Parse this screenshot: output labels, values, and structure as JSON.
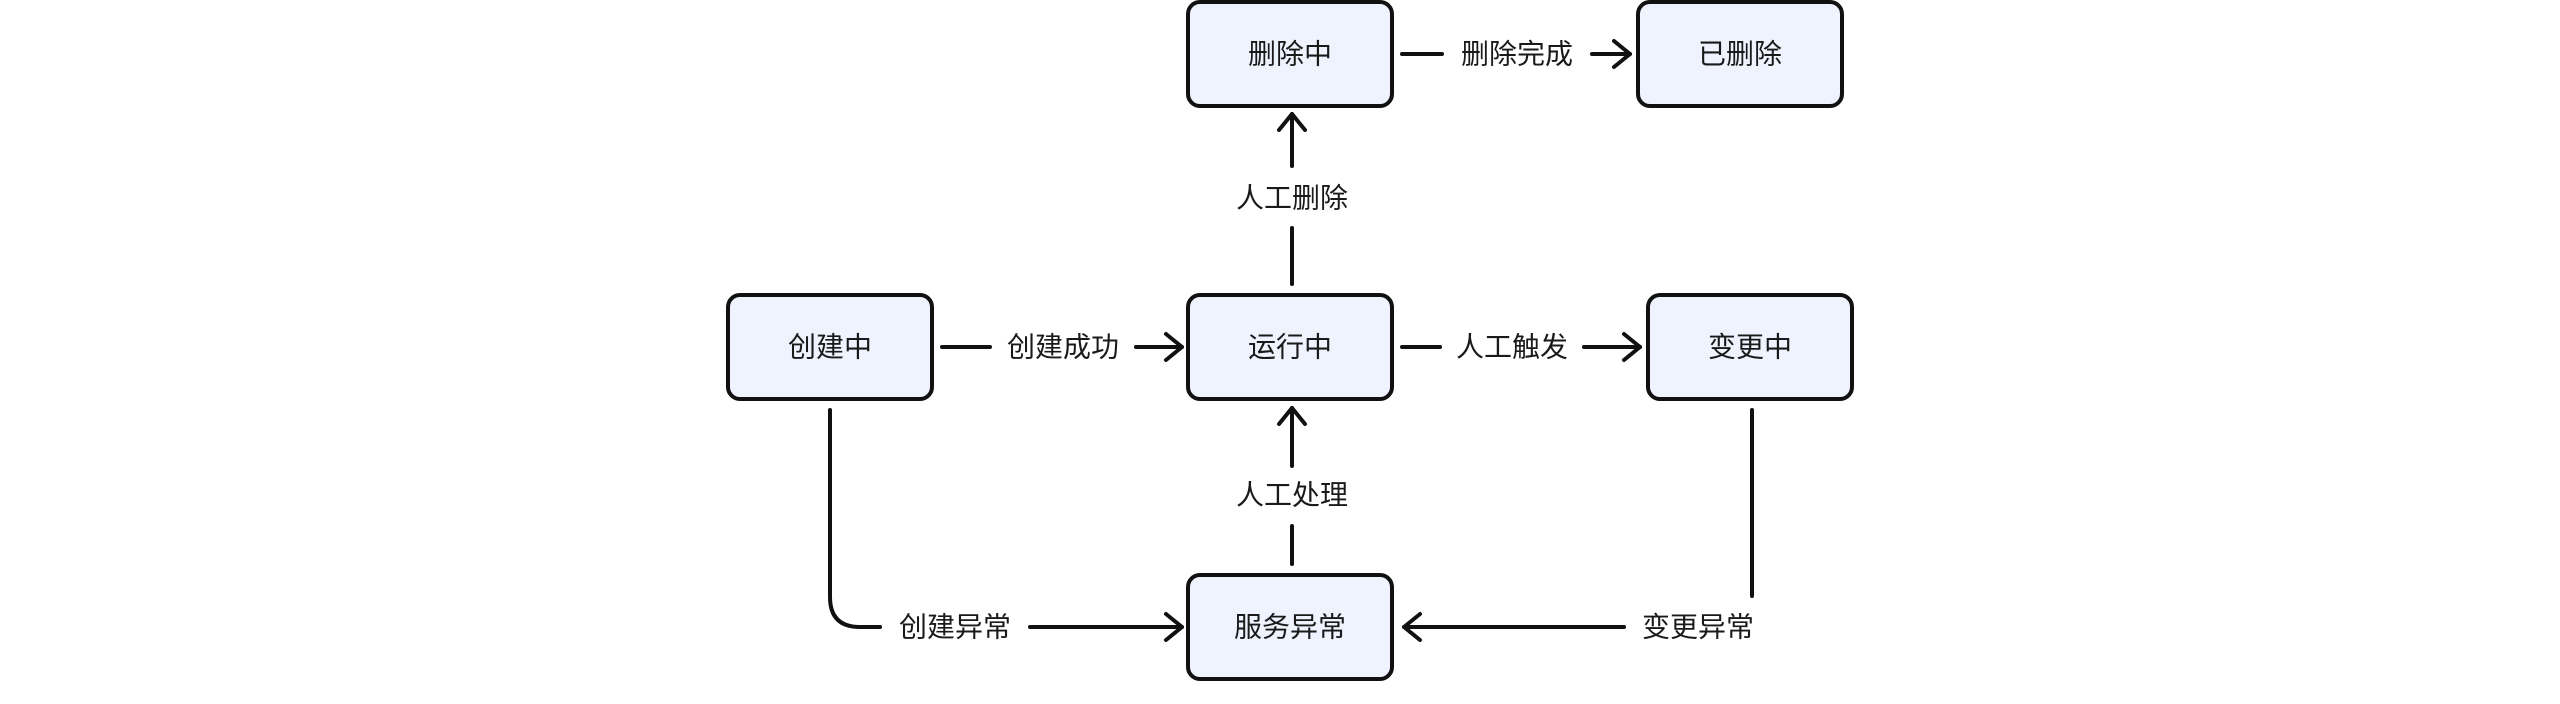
{
  "nodes": {
    "deleting": "删除中",
    "deleted": "已删除",
    "creating": "创建中",
    "running": "运行中",
    "changing": "变更中",
    "service_error": "服务异常"
  },
  "edges": {
    "delete_done": "删除完成",
    "manual_delete": "人工删除",
    "create_success": "创建成功",
    "manual_trigger": "人工触发",
    "manual_handle": "人工处理",
    "create_error": "创建异常",
    "change_error": "变更异常"
  },
  "colors": {
    "node_fill": "#eef3fe",
    "stroke": "#111111",
    "text": "#1a1a1a"
  }
}
